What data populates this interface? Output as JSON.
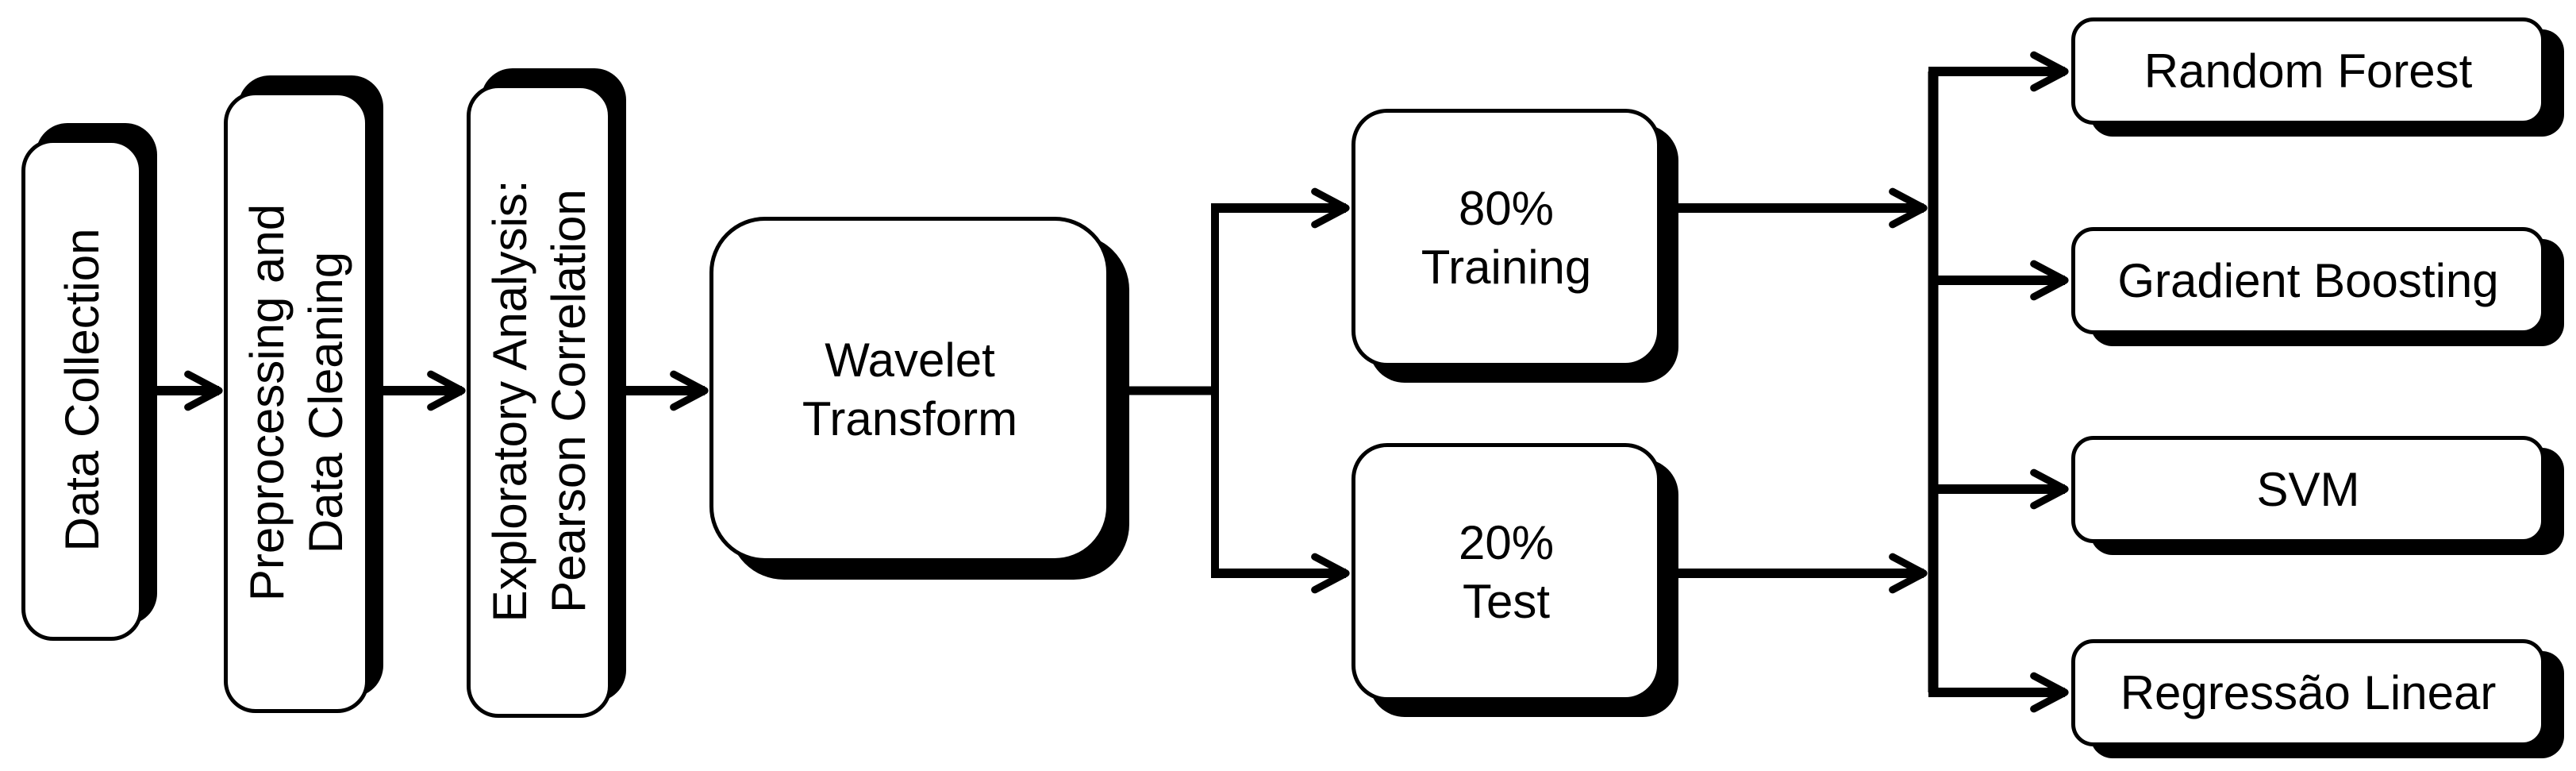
{
  "diagram": {
    "type": "flowchart",
    "background_color": "#ffffff",
    "stroke_color": "#000000",
    "node_fill_color": "#ffffff"
  },
  "nodes": [
    {
      "id": "data-collection",
      "label": "Data Collection"
    },
    {
      "id": "preprocessing",
      "label": "Preprocessing and\nData Cleaning"
    },
    {
      "id": "exploratory",
      "label": "Exploratory Analysis:\nPearson Correlation"
    },
    {
      "id": "wavelet",
      "label": "Wavelet\nTransform"
    },
    {
      "id": "training",
      "label": "80%\nTraining"
    },
    {
      "id": "test",
      "label": "20%\nTest"
    },
    {
      "id": "random-forest",
      "label": "Random Forest"
    },
    {
      "id": "gradient-boosting",
      "label": "Gradient Boosting"
    },
    {
      "id": "svm",
      "label": "SVM"
    },
    {
      "id": "linear-regression",
      "label": "Regressão Linear"
    }
  ],
  "split_values": {
    "training_percent": 80,
    "test_percent": 20
  },
  "edges": [
    [
      "data-collection",
      "preprocessing"
    ],
    [
      "preprocessing",
      "exploratory"
    ],
    [
      "exploratory",
      "wavelet"
    ],
    [
      "wavelet",
      "training"
    ],
    [
      "wavelet",
      "test"
    ],
    [
      "training",
      "model-collector"
    ],
    [
      "test",
      "model-collector"
    ],
    [
      "model-collector",
      "random-forest"
    ],
    [
      "model-collector",
      "gradient-boosting"
    ],
    [
      "model-collector",
      "svm"
    ],
    [
      "model-collector",
      "linear-regression"
    ]
  ]
}
